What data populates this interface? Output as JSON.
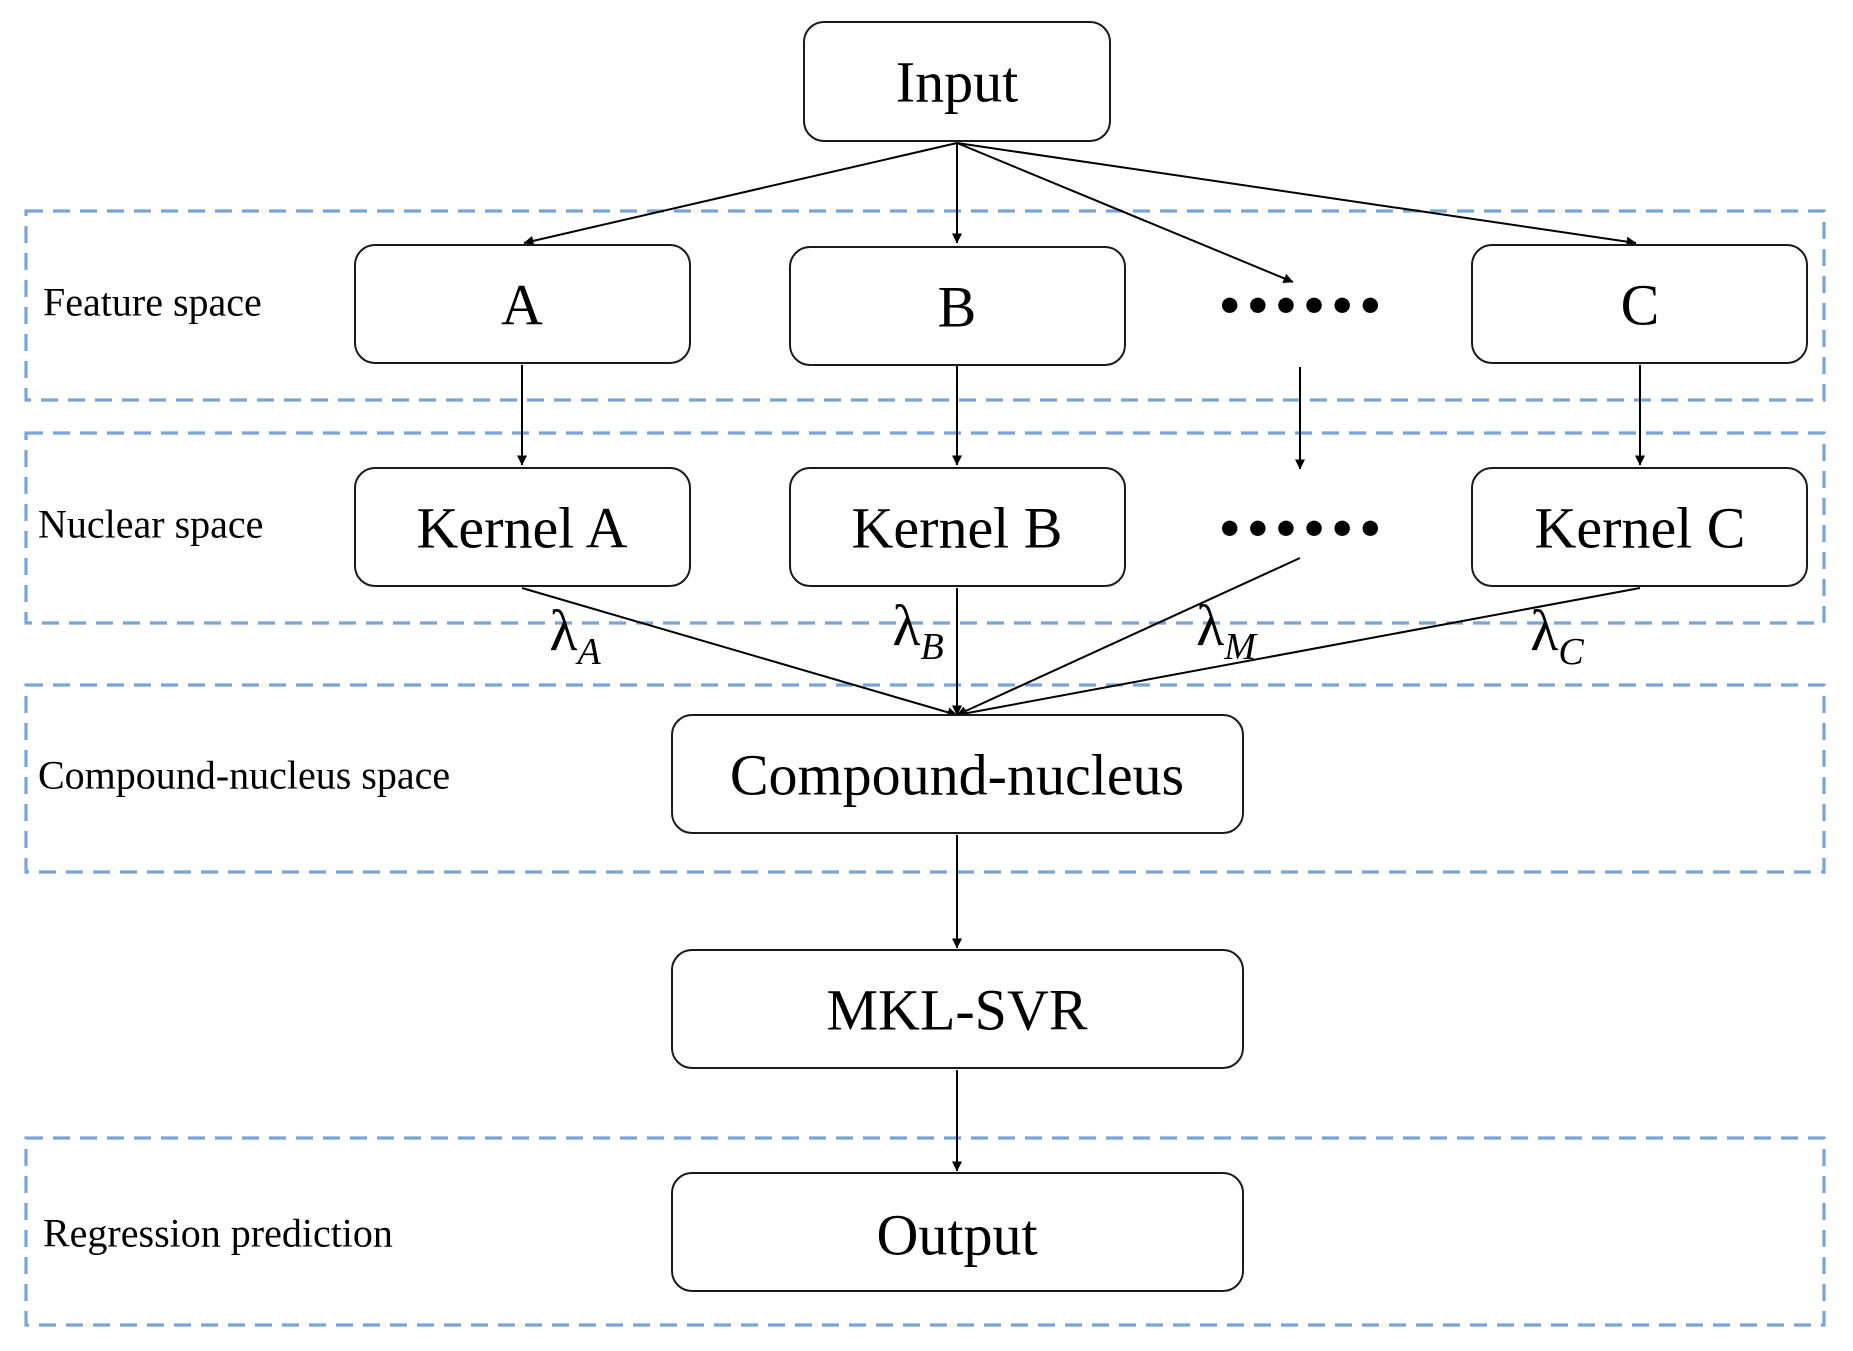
{
  "regions": {
    "feature": "Feature space",
    "nuclear": "Nuclear space",
    "compound": "Compound-nucleus space",
    "regression": "Regression prediction"
  },
  "nodes": {
    "input": "Input",
    "feature_a": "A",
    "feature_b": "B",
    "feature_ellipsis": "••••••",
    "feature_c": "C",
    "kernel_a": "Kernel A",
    "kernel_b": "Kernel B",
    "kernel_ellipsis": "••••••",
    "kernel_c": "Kernel C",
    "compound": "Compound-nucleus",
    "mkl_svr": "MKL-SVR",
    "output": "Output"
  },
  "weights": {
    "a": {
      "symbol": "λ",
      "sub": "A"
    },
    "b": {
      "symbol": "λ",
      "sub": "B"
    },
    "m": {
      "symbol": "λ",
      "sub": "M"
    },
    "c": {
      "symbol": "λ",
      "sub": "C"
    }
  },
  "colors": {
    "region_border": "#7aa3d8",
    "node_border": "#1a1a1a",
    "arrow": "#000000"
  }
}
